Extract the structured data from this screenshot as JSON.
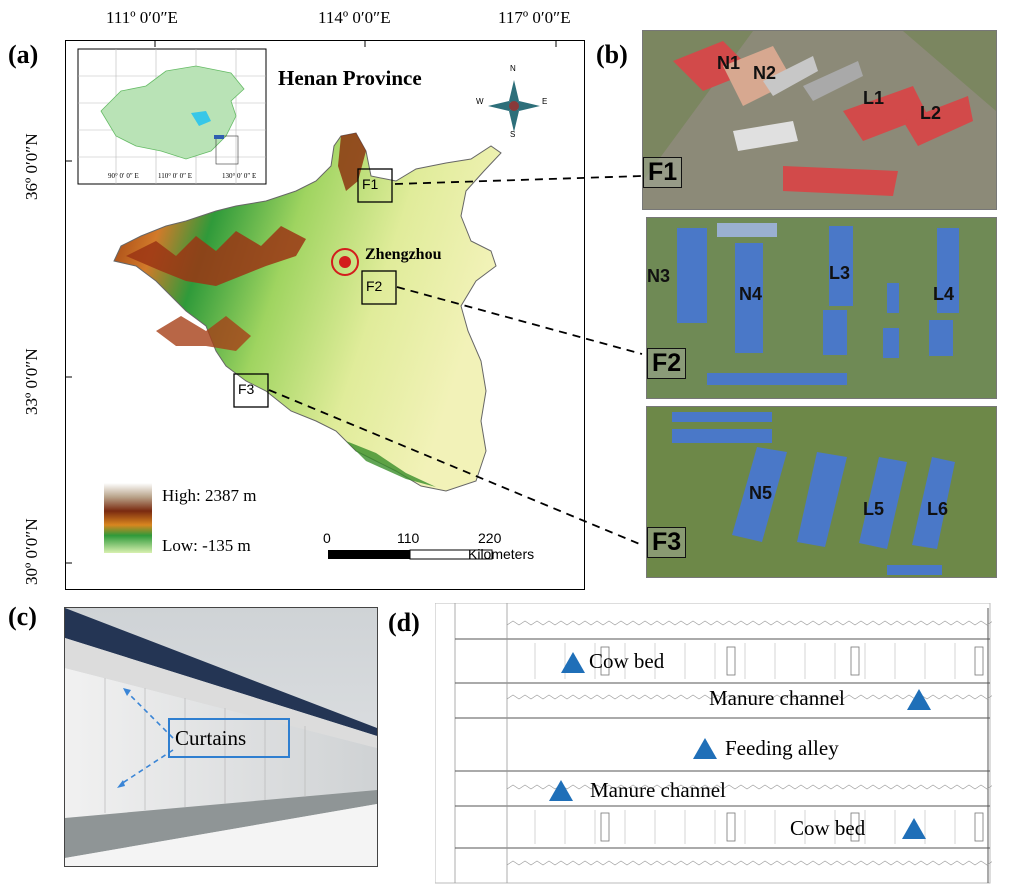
{
  "panels": {
    "a": "(a)",
    "b": "(b)",
    "c": "(c)",
    "d": "(d)"
  },
  "map": {
    "title": "Henan Province",
    "top_ticks": [
      "111º 0′0″E",
      "114º 0′0″E",
      "117º 0′0″E"
    ],
    "left_ticks": [
      "36º 0′0″N",
      "33º 0′0″N",
      "30º 0′0″N"
    ],
    "capital": "Zhengzhou",
    "farms": [
      "F1",
      "F2",
      "F3"
    ],
    "legend_high": "High: 2387 m",
    "legend_low": "Low: -135 m",
    "scale_ticks": [
      "0",
      "110",
      "220"
    ],
    "scale_unit": "Kilometers",
    "compass": {
      "n": "N",
      "s": "S",
      "e": "E",
      "w": "W"
    },
    "inset_ticks_bottom": [
      "90° 0′ 0″ E",
      "110° 0′ 0″ E",
      "130° 0′ 0″ E"
    ]
  },
  "satellite": [
    {
      "farm": "F1",
      "buildings": [
        "N1",
        "N2",
        "L1",
        "L2"
      ]
    },
    {
      "farm": "F2",
      "buildings": [
        "N3",
        "N4",
        "L3",
        "L4"
      ]
    },
    {
      "farm": "F3",
      "buildings": [
        "N5",
        "L5",
        "L6"
      ]
    }
  ],
  "photo": {
    "callout": "Curtains"
  },
  "layout_plan": {
    "rows": [
      "Cow bed",
      "Manure channel",
      "Feeding alley",
      "Manure channel",
      "Cow bed"
    ]
  },
  "colors": {
    "marker_blue": "#1f6fb8",
    "roof_red": "#d24a4a",
    "roof_blue": "#4a78c8",
    "callout_blue": "#2f7fd0"
  }
}
